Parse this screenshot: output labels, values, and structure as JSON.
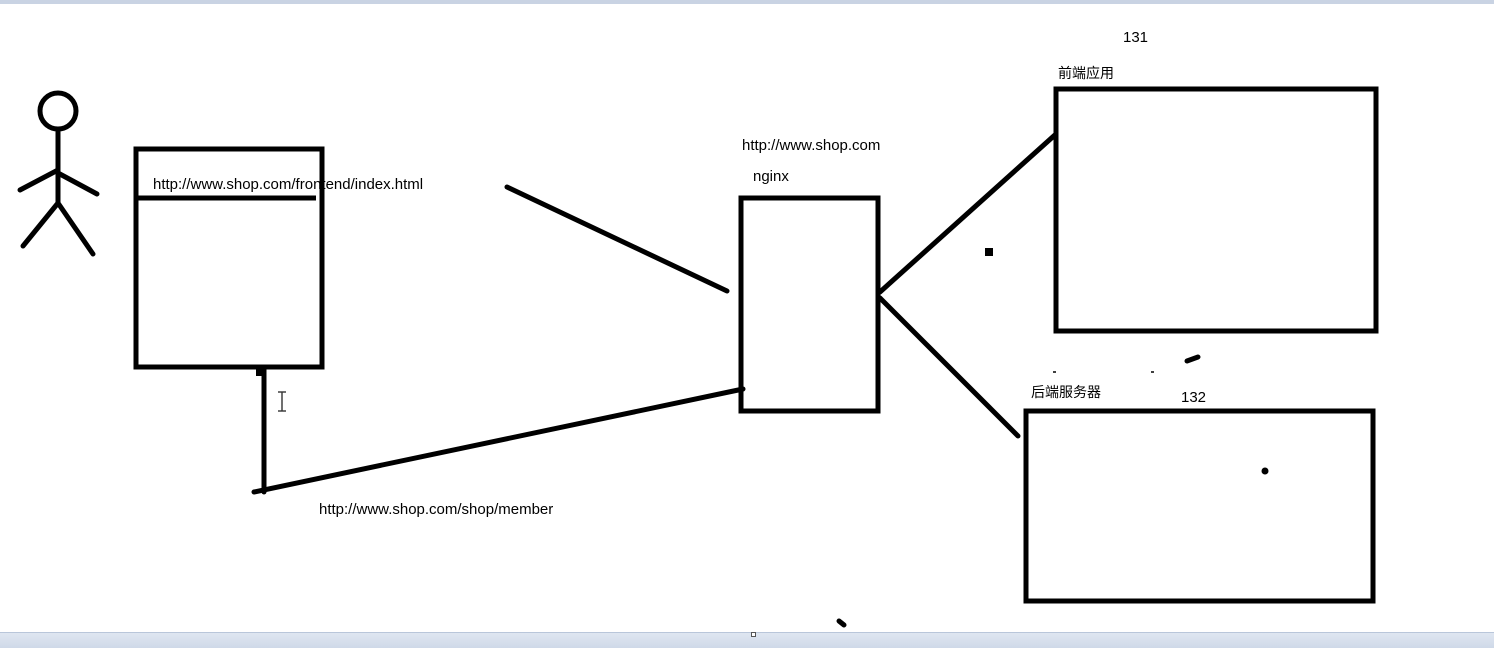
{
  "labels": {
    "browser_url": "http://www.shop.com/frontend/index.html",
    "member_url": "http://www.shop.com/shop/member",
    "nginx_host": "http://www.shop.com",
    "nginx_name": "nginx",
    "frontend_ip": "131",
    "frontend_name": "前端应用",
    "backend_ip": "132",
    "backend_name": "后端服务器"
  },
  "colors": {
    "ink": "#000000",
    "canvas": "#ffffff",
    "chrome": "#cfd9e8"
  },
  "icons": {
    "user": "stick-figure-icon",
    "cursor": "text-cursor-icon"
  }
}
